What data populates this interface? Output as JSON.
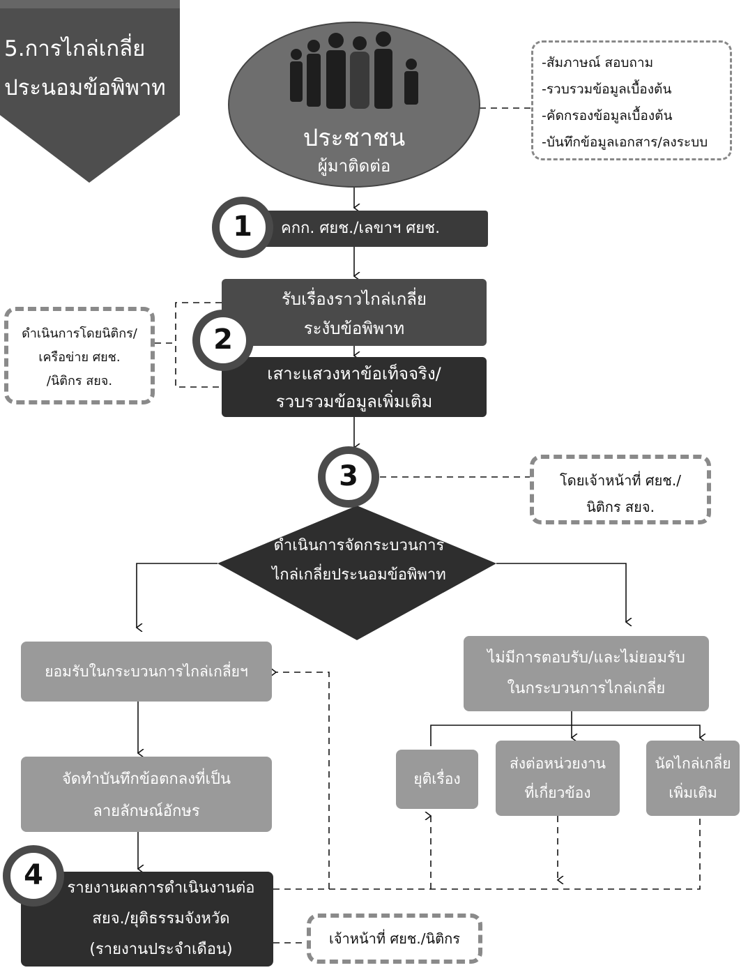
{
  "banner": {
    "line1": "5.การไกล่เกลี่ย",
    "line2": "ประนอมข้อพิพาท"
  },
  "people": {
    "title": "ประชาชน",
    "subtitle": "ผู้มาติดต่อ"
  },
  "intake_tasks": [
    "-สัมภาษณ์ สอบถาม",
    "-รวบรวมข้อมูลเบื้องต้น",
    "-คัดกรองข้อมูลเบื้องต้น",
    "-บันทึกข้อมูลเอกสาร/ลงระบบ"
  ],
  "step1": {
    "number": "1",
    "label": "คกก. ศยช./เลขาฯ ศยช."
  },
  "step2": {
    "number": "2",
    "box_a": [
      "รับเรื่องราวไกล่เกลี่ย",
      "ระงับข้อพิพาท"
    ],
    "box_b": [
      "เสาะแสวงหาข้อเท็จจริง/",
      "รวบรวมข้อมูลเพิ่มเติม"
    ],
    "note": [
      "ดำเนินการโดยนิติกร/",
      "เครือข่าย ศยช.",
      "/นิติกร สยจ."
    ]
  },
  "step3": {
    "number": "3",
    "decision": [
      "ดำเนินการจัดกระบวนการ",
      "ไกล่เกลี่ยประนอมข้อพิพาท"
    ],
    "note": [
      "โดยเจ้าหน้าที่ ศยช./",
      "นิติกร สยจ."
    ]
  },
  "accept_box": "ยอมรับในกระบวนการไกล่เกลี่ยฯ",
  "record_box": [
    "จัดทำบันทึกข้อตกลงที่เป็น",
    "ลายลักษณ์อักษร"
  ],
  "reject_box": [
    "ไม่มีการตอบรับ/และไม่ยอมรับ",
    "ในกระบวนการไกล่เกลี่ย"
  ],
  "outcomes": {
    "end": "ยุติเรื่อง",
    "forward": [
      "ส่งต่อหน่วยงาน",
      "ที่เกี่ยวข้อง"
    ],
    "again": [
      "นัดไกล่เกลี่ย",
      "เพิ่มเติม"
    ]
  },
  "step4": {
    "number": "4",
    "lines": [
      "รายงานผลการดำเนินงานต่อ",
      "สยจ./ยุติธรรมจังหวัด",
      "(รายงานประจำเดือน)"
    ],
    "note": "เจ้าหน้าที่ ศยช./นิติกร"
  }
}
